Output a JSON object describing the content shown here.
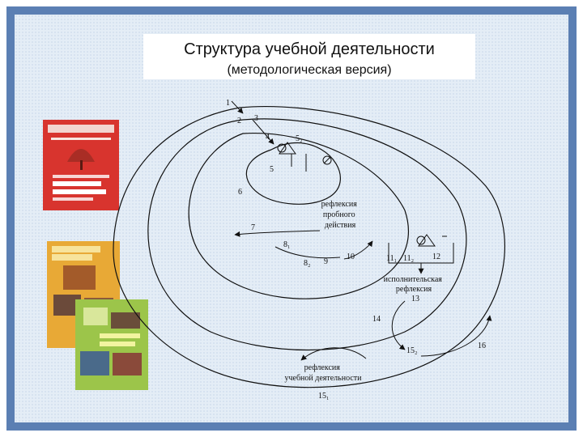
{
  "slide": {
    "title": "Структура учебной деятельности",
    "subtitle": "(методологическая версия)"
  },
  "diagram": {
    "labels": {
      "n1": "1",
      "n2": "2",
      "n3": "3",
      "n4": "4",
      "n5_2": "5₂",
      "n5": "5",
      "n6": "6",
      "n7": "7",
      "n8_1": "8₁",
      "n8_2": "8₂",
      "n9": "9",
      "n10": "10",
      "n11_1": "11₁",
      "n11_2": "11₂",
      "n12": "12",
      "n13": "13",
      "n14": "14",
      "n15_1": "15₁",
      "n15_2": "15₂",
      "n16": "16"
    },
    "reflection_trial": [
      "рефлексия",
      "пробного",
      "действия"
    ],
    "reflection_exec": [
      "исполнительская",
      "рефлексия"
    ],
    "reflection_learning": [
      "рефлексия",
      "учебной деятельности"
    ]
  },
  "colors": {
    "frame": "#5b7fb3",
    "paper": "#e4edf6",
    "line": "#111111"
  }
}
